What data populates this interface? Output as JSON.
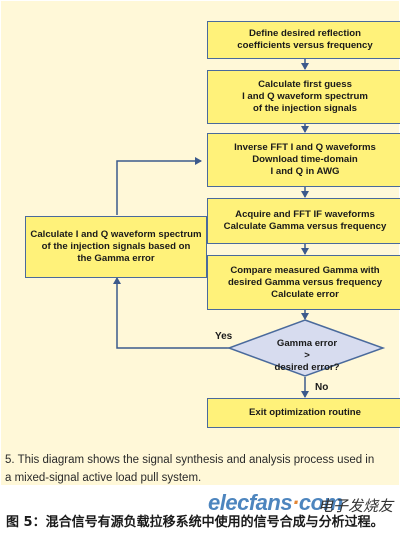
{
  "diagram": {
    "boxes": [
      {
        "id": "define",
        "lines": [
          "Define desired reflection",
          "coefficients versus frequency"
        ]
      },
      {
        "id": "first-guess",
        "lines": [
          "Calculate first guess",
          "I and Q waveform spectrum",
          "of the injection signals"
        ]
      },
      {
        "id": "inverse-fft",
        "lines": [
          "Inverse FFT I and Q waveforms",
          "Download time-domain",
          "I and Q in AWG"
        ]
      },
      {
        "id": "acquire",
        "lines": [
          "Acquire and FFT IF waveforms",
          "Calculate Gamma versus frequency"
        ]
      },
      {
        "id": "compare",
        "lines": [
          "Compare measured Gamma with",
          "desired Gamma versus frequency",
          "Calculate error"
        ]
      },
      {
        "id": "exit",
        "lines": [
          "Exit optimization routine"
        ]
      },
      {
        "id": "recalc",
        "lines": [
          "Calculate I and Q waveform spectrum",
          "of the injection signals based on",
          "the Gamma error"
        ]
      }
    ],
    "decision": {
      "lines": [
        "Gamma error",
        ">",
        "desired error?"
      ]
    },
    "yes_label": "Yes",
    "no_label": "No"
  },
  "caption": {
    "lines": [
      "5. This diagram shows the signal synthesis and analysis process used in",
      "a mixed-signal active load pull system."
    ]
  },
  "bottom_caption": "图 5：混合信号有源负载拉移系统中使用的信号合成与分析过程。",
  "watermark": {
    "site": "elecfans",
    "dot": "·",
    "tld": "com",
    "cn": "电子发烧友"
  },
  "colors": {
    "box_fill": "#fff27a",
    "box_border": "#4a6a9c",
    "arrow": "#3c5a8c",
    "background": "#fff8d8"
  }
}
